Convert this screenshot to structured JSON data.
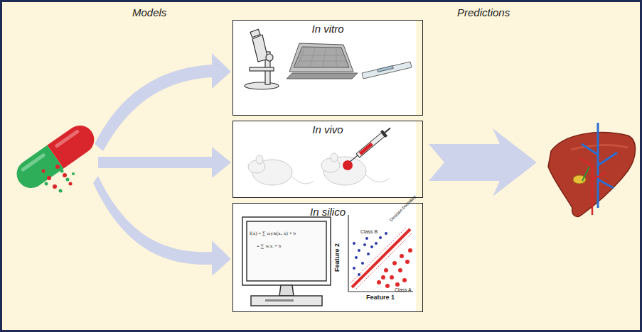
{
  "diagram": {
    "nodes": [
      {
        "text": [
          "In vitro"
        ]
      },
      {
        "text": [
          "In vivo"
        ]
      },
      {
        "text": [
          "In silico"
        ]
      }
    ],
    "labels": [
      "Models",
      "Predictions",
      "f(x) = ∑ αᵢyᵢk(xᵢ, x) + b",
      "= ∑ wᵢxᵢ + b",
      "Class B",
      "Class A",
      "Feature 1",
      "Feature 2",
      "Decision boundary"
    ]
  }
}
